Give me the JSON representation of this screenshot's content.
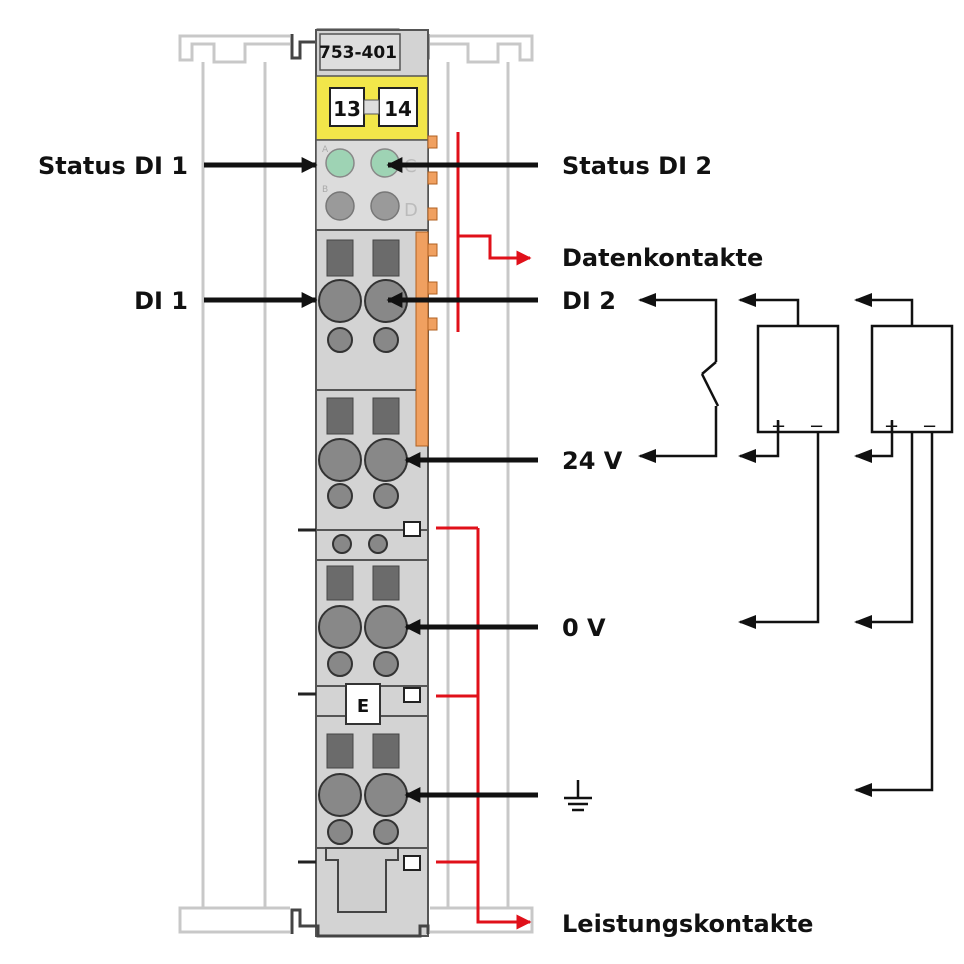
{
  "module": {
    "part_number": "753-401",
    "marker_left": "13",
    "marker_right": "14",
    "end_marker": "E",
    "led_letters": [
      "A",
      "B",
      "C",
      "D"
    ]
  },
  "labels": {
    "status_di1": "Status DI 1",
    "status_di2": "Status DI 2",
    "datenkontakte": "Datenkontakte",
    "di1": "DI 1",
    "di2": "DI 2",
    "v24": "24 V",
    "v0": "0 V",
    "leistungskontakte": "Leistungskontakte"
  },
  "sensor_polarity": {
    "plus": "+",
    "minus": "−"
  },
  "colors": {
    "housing": "#d3d3d3",
    "housing_edge": "#555555",
    "marker_strip": "#f2e64a",
    "led_green": "#9ed3b4",
    "led_grey": "#9a9a9a",
    "clamp_dark": "#6b6b6b",
    "data_contact": "#f0a060",
    "power_line": "#e0101a",
    "arrow": "#111111",
    "rail_outline": "#c8c8c8"
  }
}
